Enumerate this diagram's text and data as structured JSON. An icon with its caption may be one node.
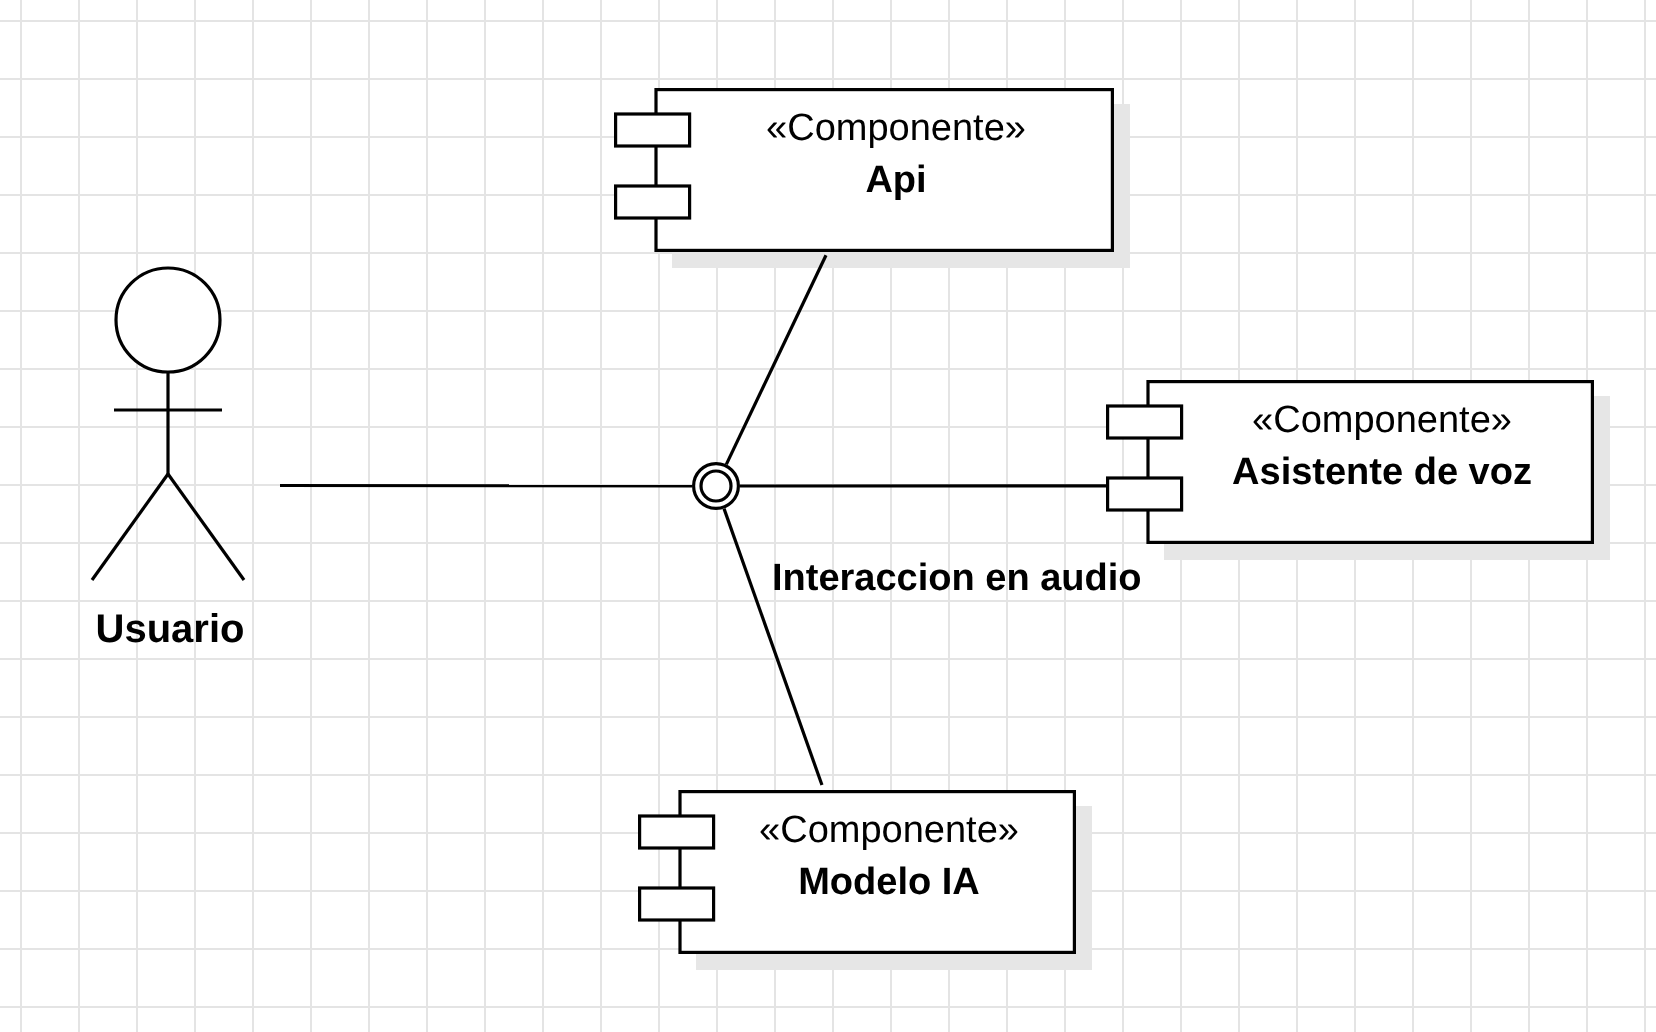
{
  "diagram": {
    "nodes": [
      {
        "text": [
          "Usuario"
        ]
      },
      {
        "text": [
          "Interaccion en audio"
        ]
      },
      {
        "text": [
          "«Componente»",
          "Api"
        ]
      },
      {
        "text": [
          "«Componente»",
          "Asistente de voz"
        ]
      },
      {
        "text": [
          "«Componente»",
          "Modelo IA"
        ]
      }
    ],
    "edges": [
      {
        "from": 0,
        "to": 1,
        "arrow": "none"
      },
      {
        "from": 2,
        "to": 1,
        "arrow": "none"
      },
      {
        "from": 3,
        "to": 1,
        "arrow": "none"
      },
      {
        "from": 4,
        "to": 1,
        "arrow": "none"
      }
    ]
  }
}
